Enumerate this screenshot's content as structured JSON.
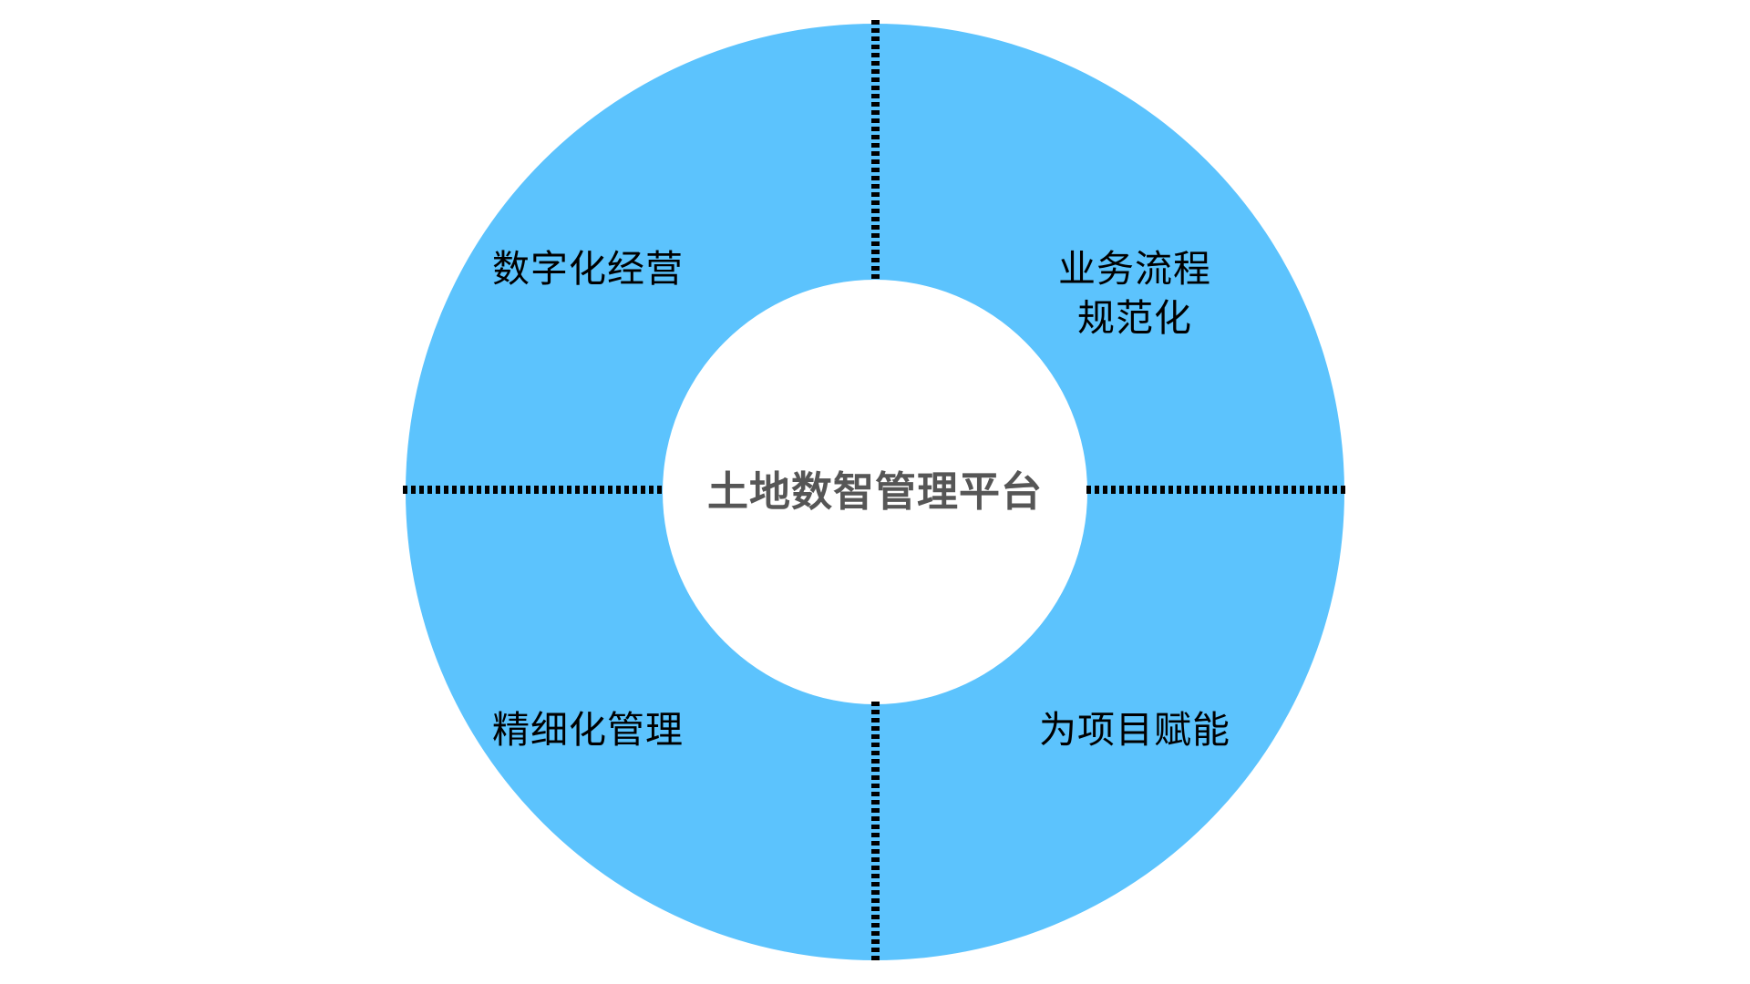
{
  "diagram": {
    "type": "donut-quadrant",
    "title": "土地数智管理平台",
    "background_color": "#ffffff",
    "ring_color": "#5cc3fd",
    "hole_color": "#ffffff",
    "divider_color": "#000000",
    "label_color": "#000000",
    "center_label_color": "#565656",
    "center": {
      "label": "土地数智管理平台"
    },
    "segments": [
      {
        "position": "top-left",
        "label": "数字化经营",
        "icon": "quadrant-segment"
      },
      {
        "position": "top-right",
        "label": "业务流程\n规范化",
        "icon": "quadrant-segment"
      },
      {
        "position": "bottom-left",
        "label": "精细化管理",
        "icon": "quadrant-segment"
      },
      {
        "position": "bottom-right",
        "label": "为项目赋能",
        "icon": "quadrant-segment"
      }
    ],
    "dividers": [
      {
        "name": "top",
        "orientation": "vertical",
        "style": "dotted"
      },
      {
        "name": "bottom",
        "orientation": "vertical",
        "style": "dotted"
      },
      {
        "name": "left",
        "orientation": "horizontal",
        "style": "dotted"
      },
      {
        "name": "right",
        "orientation": "horizontal",
        "style": "dotted"
      }
    ]
  }
}
